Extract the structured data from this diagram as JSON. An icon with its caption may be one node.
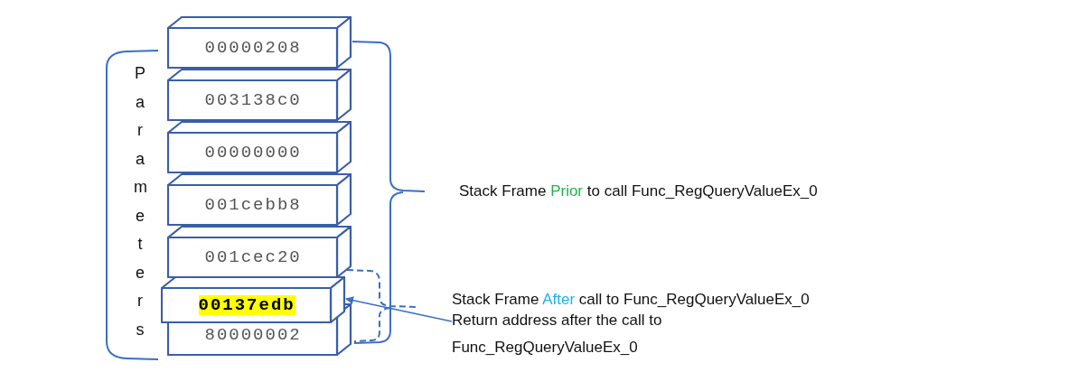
{
  "diagram": {
    "nodes": [
      {
        "text": [
          "00000208"
        ]
      },
      {
        "text": [
          "003138c0"
        ]
      },
      {
        "text": [
          "00000000"
        ]
      },
      {
        "text": [
          "001cebb8"
        ]
      },
      {
        "text": [
          "001cec20"
        ]
      },
      {
        "text": [
          "00137edb"
        ]
      },
      {
        "text": [
          "80000002"
        ]
      },
      {
        "text": [
          "Return address after the call to Func_RegQueryValueEx_0"
        ]
      }
    ],
    "edges": [
      {
        "from": 7,
        "to": 5,
        "arrow": "to"
      }
    ],
    "labels": [
      "Parameters",
      "Stack Frame Prior to call Func_RegQueryValueEx_0",
      "Stack Frame After call to Func_RegQueryValueEx_0"
    ]
  }
}
